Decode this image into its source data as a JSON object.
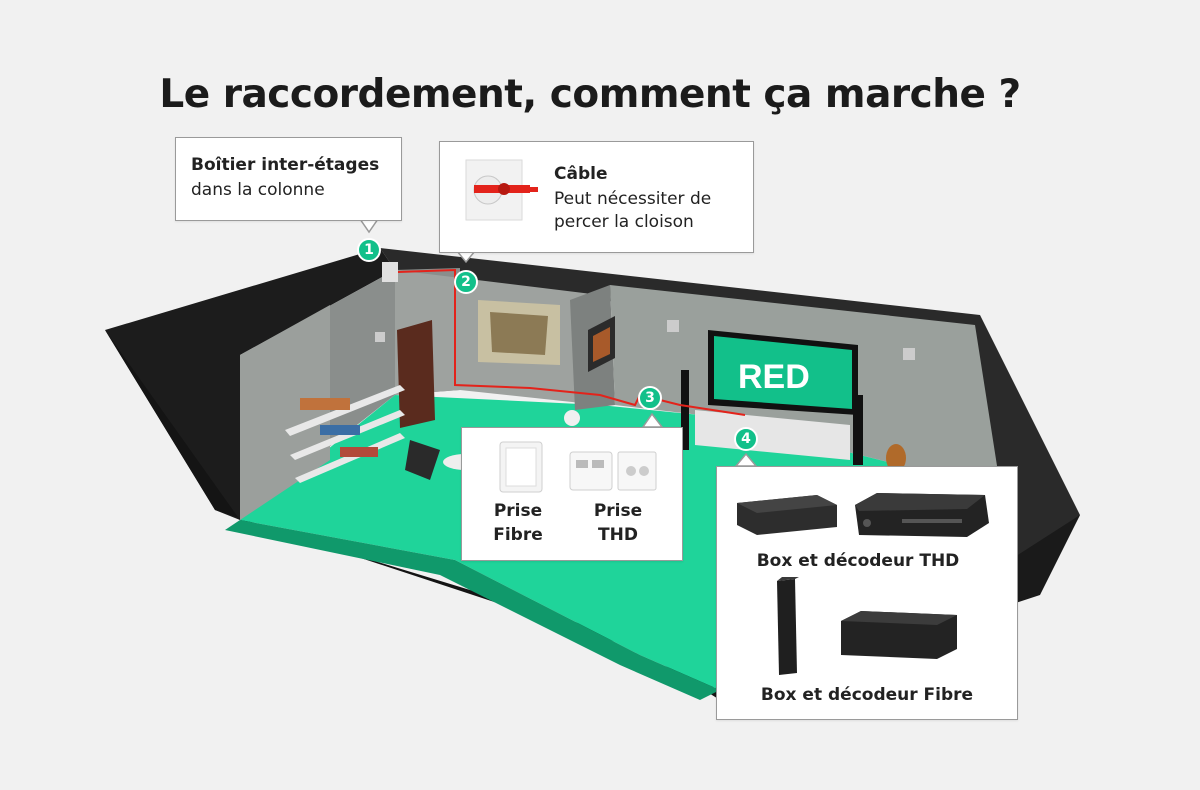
{
  "title": "Le raccordement, comment ça marche ?",
  "brand_logo_text": "RED",
  "colors": {
    "accent_green": "#12c08a",
    "floor_green": "#1fd49a",
    "cable_red": "#e3231b"
  },
  "steps": [
    {
      "number": "1",
      "title": "Boîtier inter-étages",
      "text": "dans la colonne"
    },
    {
      "number": "2",
      "title": "Câble",
      "text_line1": "Peut nécessiter de",
      "text_line2": "percer la cloison"
    },
    {
      "number": "3",
      "items": [
        {
          "label_line1": "Prise",
          "label_line2": "Fibre"
        },
        {
          "label_line1": "Prise",
          "label_line2": "THD"
        }
      ]
    },
    {
      "number": "4",
      "captions": [
        "Box et décodeur THD",
        "Box et décodeur Fibre"
      ]
    }
  ]
}
